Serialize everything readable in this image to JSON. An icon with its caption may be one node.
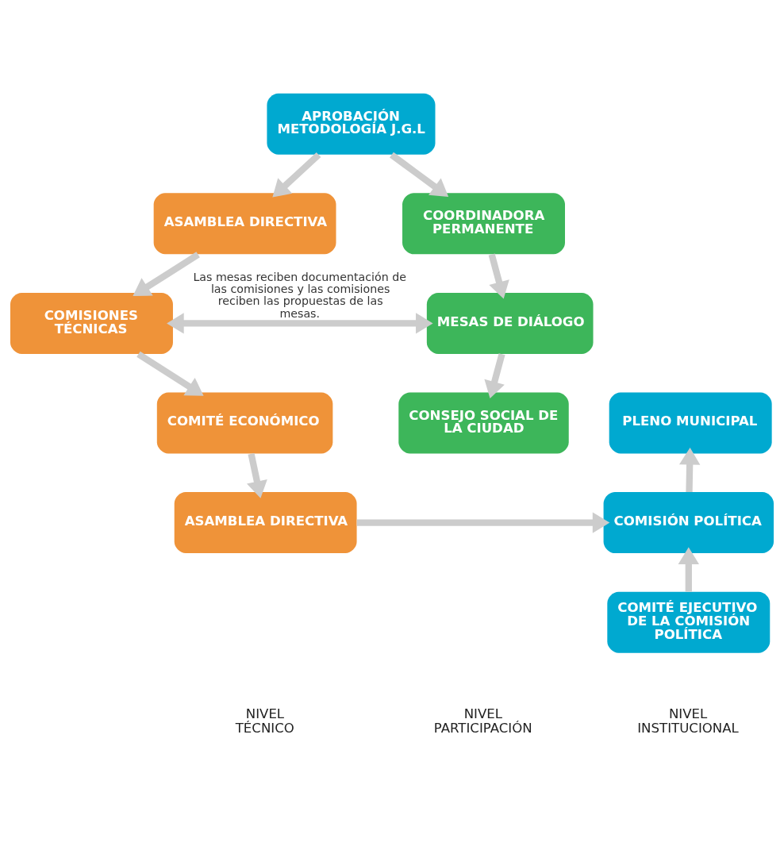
{
  "diagram": {
    "nodes": [
      {
        "text": [
          "APROBACIÓN METODOLOGÍA J.G.L"
        ]
      },
      {
        "text": [
          "ASAMBLEA DIRECTIVA"
        ]
      },
      {
        "text": [
          "COORDINADORA PERMANENTE"
        ]
      },
      {
        "text": [
          "COMISIONES TÉCNICAS"
        ]
      },
      {
        "text": [
          "MESAS DE DIÁLOGO"
        ]
      },
      {
        "text": [
          "COMITÉ ECONÓMICO"
        ]
      },
      {
        "text": [
          "PLENO MUNICIPAL"
        ]
      },
      {
        "text": [
          "CONSEJO SOCIAL DE LA CIUDAD"
        ]
      },
      {
        "text": [
          "ASAMBLEA DIRECTIVA"
        ]
      },
      {
        "text": [
          "COMISIÓN POLÍTICA"
        ]
      },
      {
        "text": [
          "COMITÉ EJECUTIVO DE LA COMISIÓN POLÍTICA"
        ]
      }
    ],
    "edges": [
      {
        "from": 0,
        "to": 1,
        "arrow": "to"
      },
      {
        "from": 0,
        "to": 2,
        "arrow": "to"
      },
      {
        "from": 1,
        "to": 3,
        "arrow": "to"
      },
      {
        "from": 2,
        "to": 4,
        "arrow": "to"
      },
      {
        "from": 3,
        "to": 4,
        "arrow": "both",
        "label": "Las mesas reciben documentación de las comisiones y las comisiones reciben las propuestas de las mesas."
      },
      {
        "from": 3,
        "to": 5,
        "arrow": "to"
      },
      {
        "from": 4,
        "to": 7,
        "arrow": "to"
      },
      {
        "from": 5,
        "to": 8,
        "arrow": "to"
      },
      {
        "from": 8,
        "to": 9,
        "arrow": "to"
      },
      {
        "from": 9,
        "to": 6,
        "arrow": "to"
      },
      {
        "from": 10,
        "to": 9,
        "arrow": "to"
      }
    ],
    "labels": [
      "NIVEL TÉCNICO",
      "NIVEL INSTITUCIONAL",
      "NIVEL PARTICIPACIÓN"
    ]
  }
}
